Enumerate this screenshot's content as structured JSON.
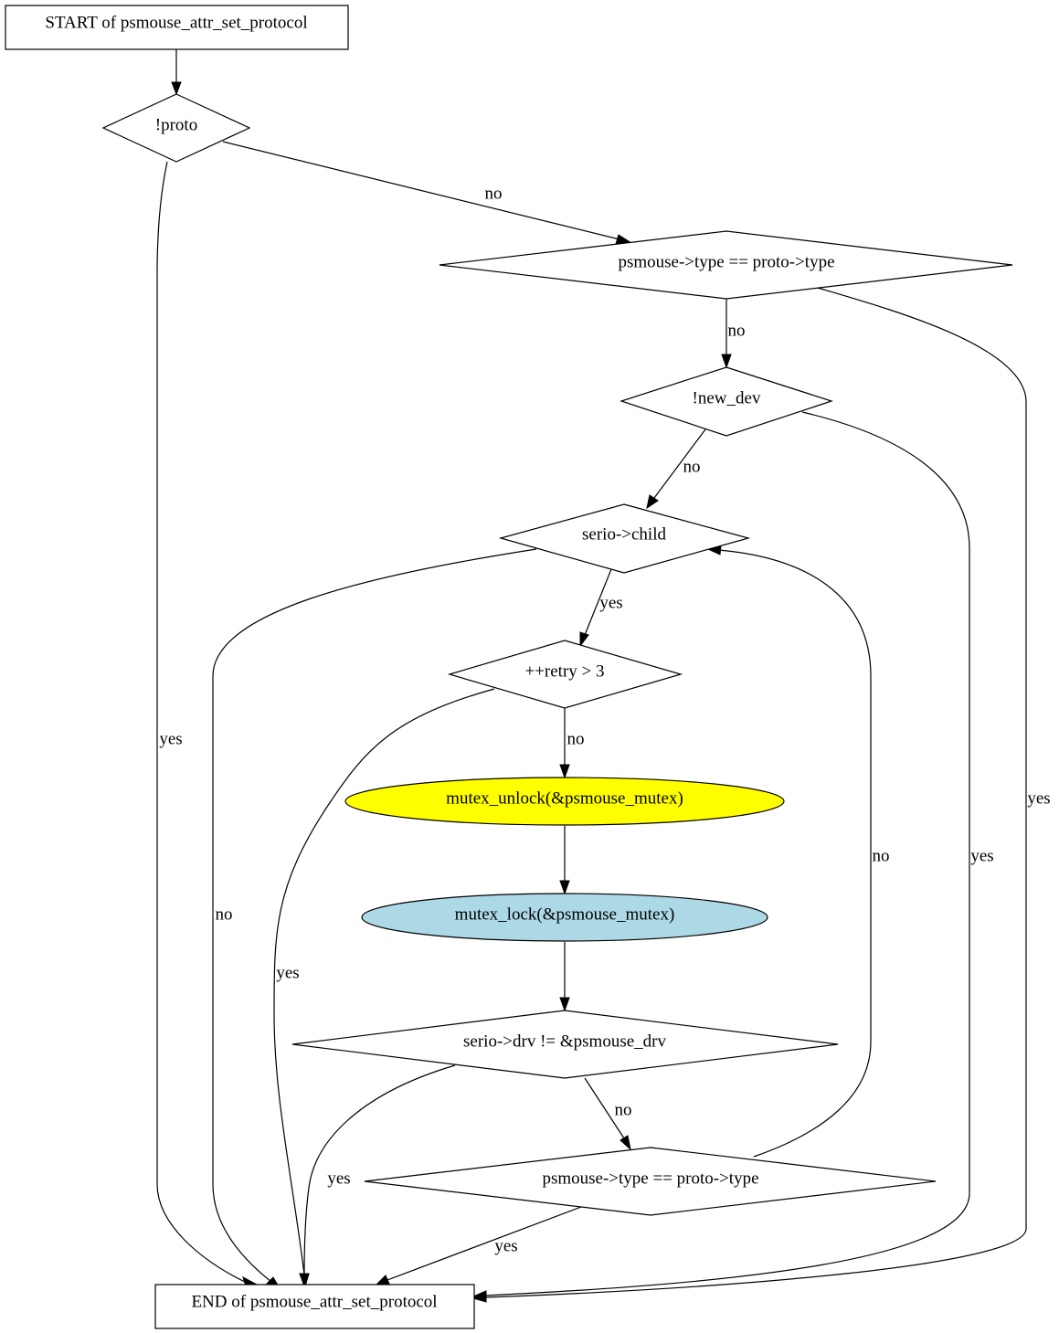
{
  "flowchart": {
    "nodes": {
      "start": {
        "label": "START of psmouse_attr_set_protocol",
        "shape": "box"
      },
      "proto_null": {
        "label": "!proto",
        "shape": "diamond"
      },
      "type_eq_1": {
        "label": "psmouse->type == proto->type",
        "shape": "diamond"
      },
      "new_dev": {
        "label": "!new_dev",
        "shape": "diamond"
      },
      "serio_child": {
        "label": "serio->child",
        "shape": "diamond"
      },
      "retry": {
        "label": "++retry > 3",
        "shape": "diamond"
      },
      "mutex_unlock": {
        "label": "mutex_unlock(&psmouse_mutex)",
        "shape": "ellipse",
        "fill": "#ffff00"
      },
      "mutex_lock": {
        "label": "mutex_lock(&psmouse_mutex)",
        "shape": "ellipse",
        "fill": "#add8e6"
      },
      "serio_drv": {
        "label": "serio->drv != &psmouse_drv",
        "shape": "diamond"
      },
      "type_eq_2": {
        "label": "psmouse->type == proto->type",
        "shape": "diamond"
      },
      "end": {
        "label": "END of psmouse_attr_set_protocol",
        "shape": "box"
      }
    },
    "edges": [
      {
        "id": "start-proto",
        "from": "start",
        "to": "proto_null",
        "label": ""
      },
      {
        "id": "proto-end",
        "from": "proto_null",
        "to": "end",
        "label": "yes"
      },
      {
        "id": "proto-type1",
        "from": "proto_null",
        "to": "type_eq_1",
        "label": "no"
      },
      {
        "id": "type1-newdev",
        "from": "type_eq_1",
        "to": "new_dev",
        "label": "no"
      },
      {
        "id": "type1-end",
        "from": "type_eq_1",
        "to": "end",
        "label": "yes"
      },
      {
        "id": "newdev-child",
        "from": "new_dev",
        "to": "serio_child",
        "label": "no"
      },
      {
        "id": "newdev-end",
        "from": "new_dev",
        "to": "end",
        "label": "yes"
      },
      {
        "id": "child-end",
        "from": "serio_child",
        "to": "end",
        "label": "no"
      },
      {
        "id": "child-retry",
        "from": "serio_child",
        "to": "retry",
        "label": "yes"
      },
      {
        "id": "retry-end",
        "from": "retry",
        "to": "end",
        "label": "yes"
      },
      {
        "id": "retry-unlock",
        "from": "retry",
        "to": "mutex_unlock",
        "label": "no"
      },
      {
        "id": "unlock-lock",
        "from": "mutex_unlock",
        "to": "mutex_lock",
        "label": ""
      },
      {
        "id": "lock-drv",
        "from": "mutex_lock",
        "to": "serio_drv",
        "label": ""
      },
      {
        "id": "drv-end",
        "from": "serio_drv",
        "to": "end",
        "label": "yes"
      },
      {
        "id": "drv-type2",
        "from": "serio_drv",
        "to": "type_eq_2",
        "label": "no"
      },
      {
        "id": "type2-end",
        "from": "type_eq_2",
        "to": "end",
        "label": "yes"
      },
      {
        "id": "type2-child",
        "from": "type_eq_2",
        "to": "serio_child",
        "label": "no"
      }
    ]
  }
}
